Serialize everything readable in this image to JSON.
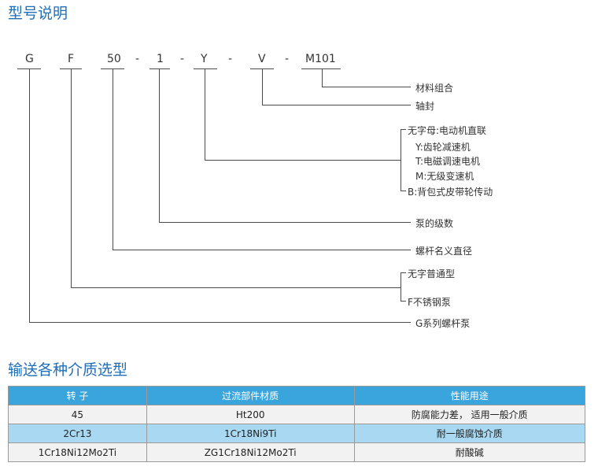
{
  "model_section": {
    "title": "型号说明",
    "codes": [
      "G",
      "F",
      "50",
      "1",
      "Y",
      "V",
      "M101"
    ],
    "dashes": [
      "-",
      "-",
      "-",
      "-"
    ],
    "labels": {
      "material": "材料组合",
      "seal": "轴封",
      "drive_none": "无字母:电动机直联",
      "drive_y": "Y:齿轮减速机",
      "drive_t": "T:电磁调速电机",
      "drive_m": "M:无级变速机",
      "drive_b": "B:背包式皮带轮传动",
      "stages": "泵的级数",
      "diameter": "螺杆名义直径",
      "type_none": "无字普通型",
      "type_f": "F不锈钢泵",
      "series": "G系列螺杆泵"
    }
  },
  "media_section": {
    "title": "输送各种介质选型",
    "headers": [
      "转 子",
      "过流部件材质",
      "性能用途"
    ],
    "rows": [
      [
        "45",
        "Ht200",
        "防腐能力差， 适用一般介质"
      ],
      [
        "2Cr13",
        "1Cr18Ni9Ti",
        "耐一般腐蚀介质"
      ],
      [
        "1Cr18Ni12Mo2Ti",
        "ZG1Cr18Ni12Mo2Ti",
        "耐酸碱"
      ]
    ]
  },
  "colors": {
    "title": "#1f6fb8",
    "header_bg": "#3aa4dd",
    "row_highlight": "#a9d9f2"
  }
}
